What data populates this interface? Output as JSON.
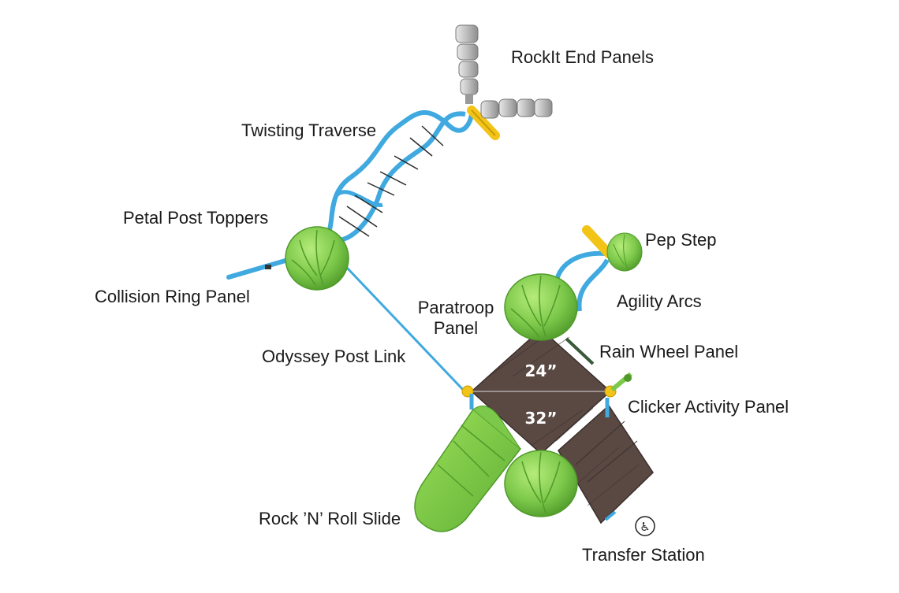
{
  "labels": {
    "rockit_end_panels": "RockIt End Panels",
    "twisting_traverse": "Twisting Traverse",
    "petal_post_toppers": "Petal Post  Toppers",
    "collision_ring_panel": "Collision Ring Panel",
    "pep_step": "Pep Step",
    "agility_arcs": "Agility Arcs",
    "paratroop_panel_line1": "Paratroop",
    "paratroop_panel_line2": "Panel",
    "rain_wheel_panel": "Rain Wheel Panel",
    "odyssey_post_link": "Odyssey Post Link",
    "clicker_activity_panel": "Clicker Activity Panel",
    "rock_n_roll_slide": "Rock ’N’ Roll Slide",
    "transfer_station": "Transfer Station"
  },
  "dimensions": {
    "upper_deck": "24”",
    "lower_deck": "32”"
  },
  "icons": {
    "accessibility": "wheelchair-icon"
  },
  "colors": {
    "green": "#7cc84a",
    "blue": "#3fa9e0",
    "deck_brown": "#5a4843",
    "yellow": "#f2c418",
    "grey": "#b8b8b8"
  }
}
